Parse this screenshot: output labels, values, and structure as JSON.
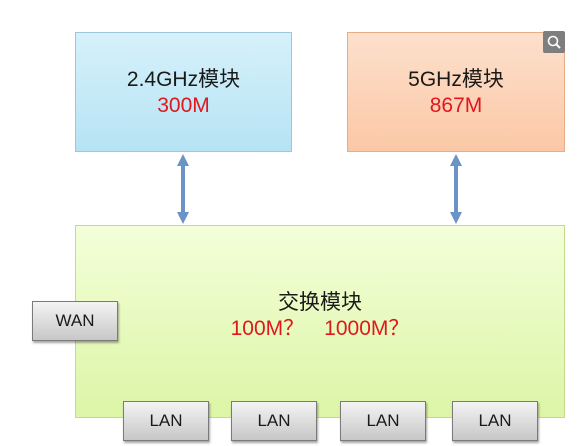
{
  "module_24": {
    "title": "2.4GHz模块",
    "speed": "300M"
  },
  "module_5": {
    "title": "5GHz模块",
    "speed": "867M"
  },
  "switch": {
    "title": "交换模块",
    "speed_a": "100M？",
    "speed_b": "1000M？"
  },
  "wan": {
    "label": "WAN"
  },
  "lan_ports": [
    "LAN",
    "LAN",
    "LAN",
    "LAN"
  ],
  "colors": {
    "arrow": "#6b93c6",
    "speed_text": "#e0181e",
    "module_24_fill": "#c4e9f7",
    "module_5_fill": "#fcd2b6",
    "switch_fill": "#e6f8bf"
  },
  "icons": {
    "corner": "magnifier-icon"
  }
}
